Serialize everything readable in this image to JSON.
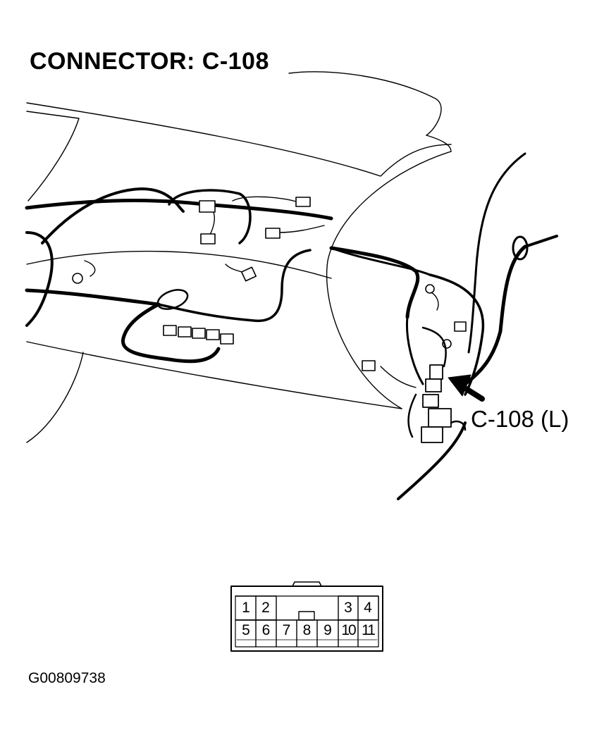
{
  "title": "CONNECTOR: C-108",
  "callout_label": "C-108 (L)",
  "figure_id": "G00809738",
  "connector_pins": {
    "top_row": [
      "1",
      "2",
      "3",
      "4"
    ],
    "bottom_row": [
      "5",
      "6",
      "7",
      "8",
      "9",
      "10",
      "11"
    ]
  },
  "colors": {
    "line": "#000000",
    "background": "#ffffff"
  }
}
